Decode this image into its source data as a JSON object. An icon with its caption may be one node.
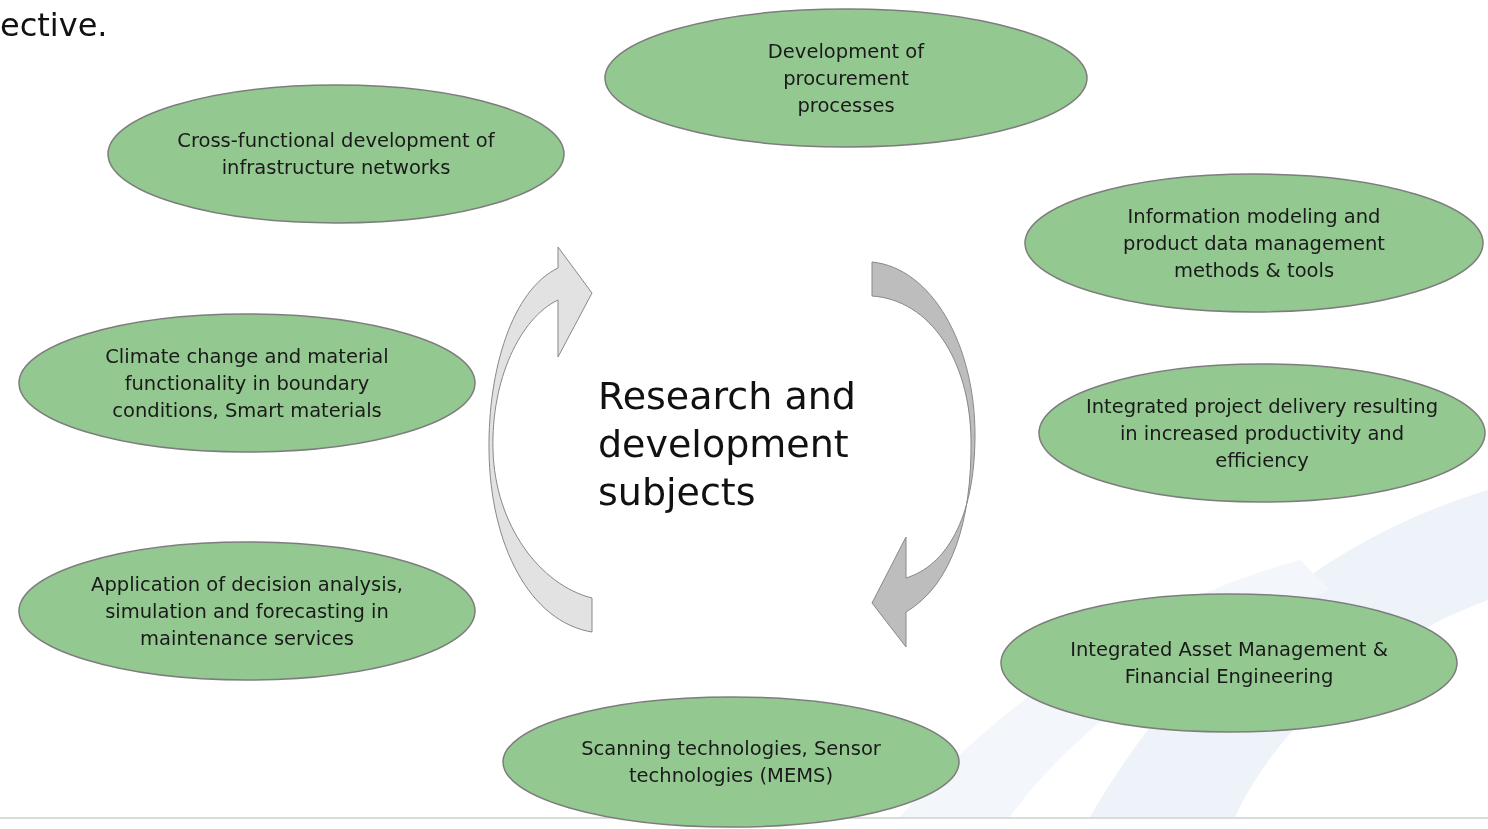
{
  "diagram": {
    "nodes": [
      {
        "text": [
          "Development of procurement processes"
        ]
      },
      {
        "text": [
          "Cross-functional development of infrastructure networks"
        ]
      },
      {
        "text": [
          "Information modeling and product data management methods & tools"
        ]
      },
      {
        "text": [
          "Climate change and material functionality in boundary conditions, Smart materials"
        ]
      },
      {
        "text": [
          "Integrated project delivery resulting in increased productivity and efficiency"
        ]
      },
      {
        "text": [
          "Application of decision analysis, simulation and forecasting in maintenance services"
        ]
      },
      {
        "text": [
          "Integrated Asset Management & Financial Engineering"
        ]
      },
      {
        "text": [
          "Scanning technologies, Sensor technologies (MEMS)"
        ]
      }
    ],
    "labels": [
      "ective.",
      "Research and development subjects"
    ]
  }
}
